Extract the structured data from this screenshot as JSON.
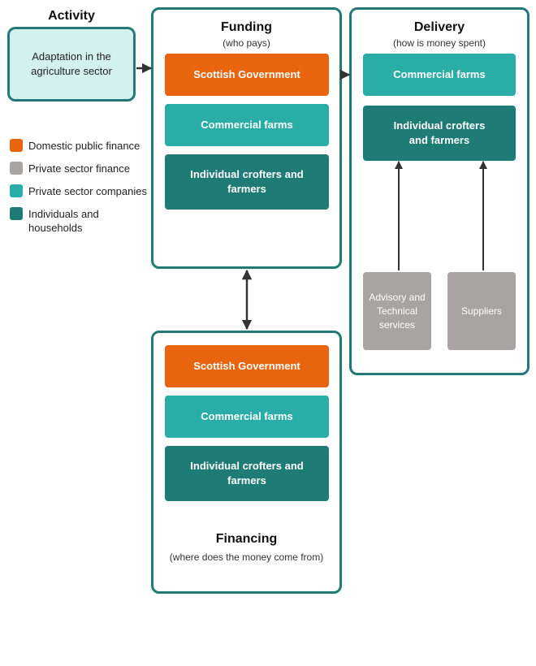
{
  "activity": {
    "title": "Activity",
    "text": "Adaptation in the agriculture sector"
  },
  "legend": [
    {
      "label": "Domestic public finance",
      "color": "#e8640f"
    },
    {
      "label": "Private sector finance",
      "color": "#a8a4a3"
    },
    {
      "label": "Private sector companies",
      "color": "#2aada6"
    },
    {
      "label": "Individuals and households",
      "color": "#1f7b76"
    }
  ],
  "funding": {
    "title": "Funding",
    "subtitle": "(who pays)",
    "boxes": [
      {
        "label": "Scottish Government",
        "color": "#e8640f"
      },
      {
        "label": "Commercial farms",
        "color": "#2aada6"
      },
      {
        "label": "Individual crofters and farmers",
        "color": "#1f7b76"
      }
    ]
  },
  "delivery": {
    "title": "Delivery",
    "subtitle": "(how is money spent)",
    "boxes": [
      {
        "label": "Commercial farms",
        "color": "#2aada6"
      },
      {
        "label": "Individual crofters and farmers",
        "color": "#1f7b76"
      }
    ],
    "providers": [
      {
        "label": "Advisory and Technical services",
        "color": "#a8a4a3"
      },
      {
        "label": "Suppliers",
        "color": "#a8a4a3"
      }
    ]
  },
  "financing": {
    "title": "Financing",
    "subtitle": "(where does the money come from)",
    "boxes": [
      {
        "label": "Scottish Government",
        "color": "#e8640f"
      },
      {
        "label": "Commercial farms",
        "color": "#2aada6"
      },
      {
        "label": "Individual crofters and farmers",
        "color": "#1f7b76"
      }
    ]
  },
  "colors": {
    "panel_border": "#217a76",
    "activity_fill": "#d3f1f1",
    "arrow": "#333333"
  }
}
